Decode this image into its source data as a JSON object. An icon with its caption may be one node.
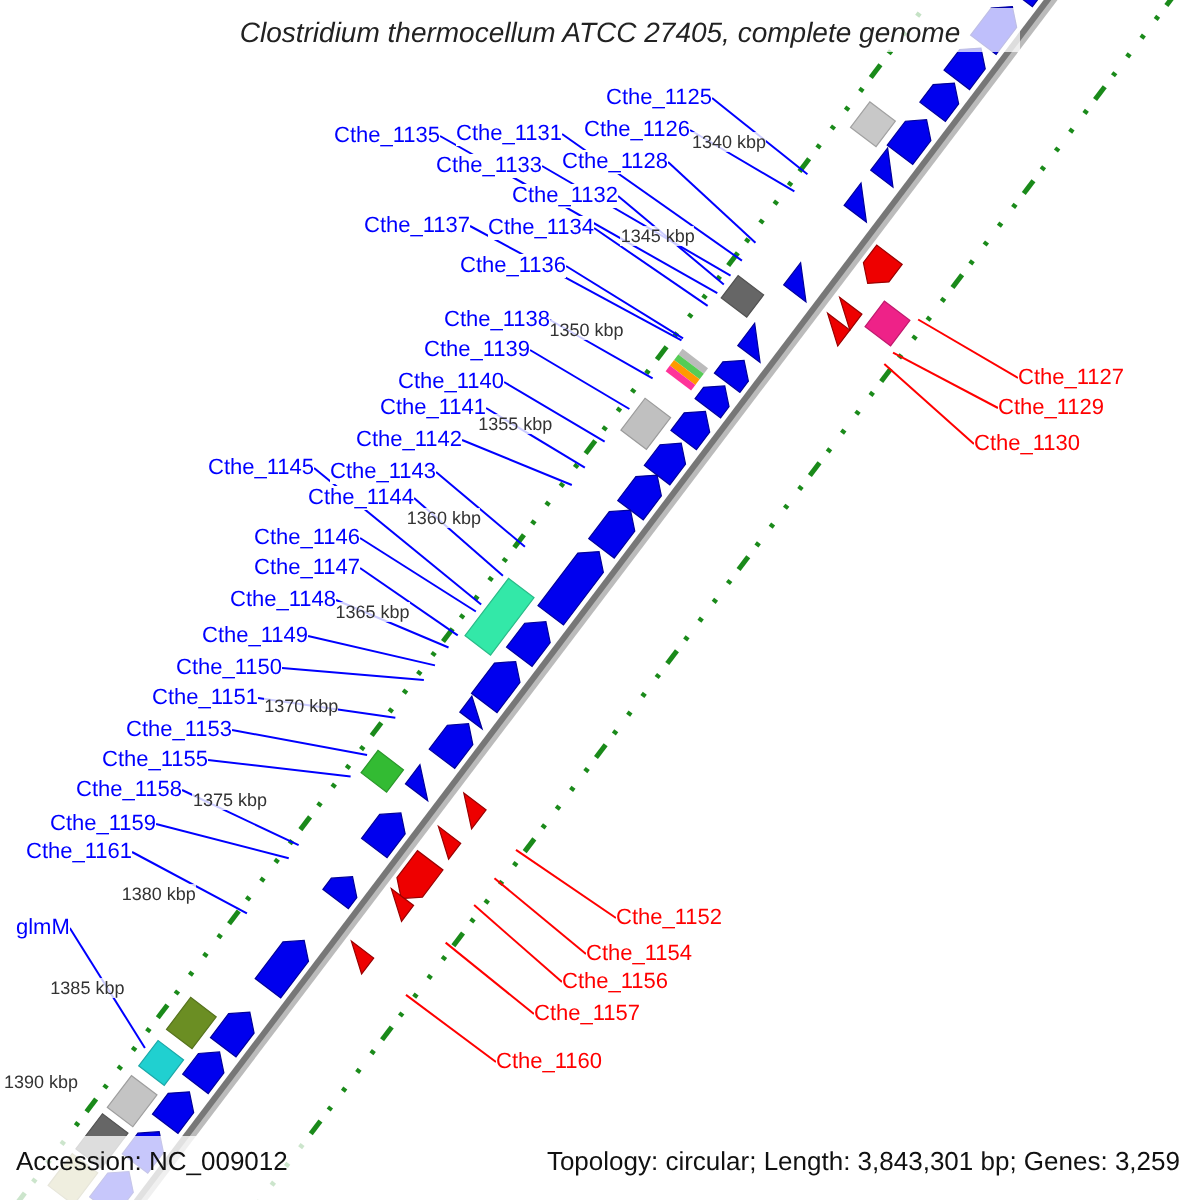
{
  "diagram": {
    "title": "Clostridium thermocellum ATCC 27405, complete genome",
    "nodes": [
      {
        "text": [
          "Cthe_1125"
        ]
      },
      {
        "text": [
          "Cthe_1126"
        ]
      },
      {
        "text": [
          "Cthe_1131"
        ]
      },
      {
        "text": [
          "Cthe_1135"
        ]
      },
      {
        "text": [
          "Cthe_1128"
        ]
      },
      {
        "text": [
          "Cthe_1133"
        ]
      },
      {
        "text": [
          "Cthe_1132"
        ]
      },
      {
        "text": [
          "Cthe_1137"
        ]
      },
      {
        "text": [
          "Cthe_1134"
        ]
      },
      {
        "text": [
          "Cthe_1136"
        ]
      },
      {
        "text": [
          "Cthe_1138"
        ]
      },
      {
        "text": [
          "Cthe_1139"
        ]
      },
      {
        "text": [
          "Cthe_1140"
        ]
      },
      {
        "text": [
          "Cthe_1141"
        ]
      },
      {
        "text": [
          "Cthe_1142"
        ]
      },
      {
        "text": [
          "Cthe_1145"
        ]
      },
      {
        "text": [
          "Cthe_1143"
        ]
      },
      {
        "text": [
          "Cthe_1144"
        ]
      },
      {
        "text": [
          "Cthe_1146"
        ]
      },
      {
        "text": [
          "Cthe_1147"
        ]
      },
      {
        "text": [
          "Cthe_1148"
        ]
      },
      {
        "text": [
          "Cthe_1149"
        ]
      },
      {
        "text": [
          "Cthe_1150"
        ]
      },
      {
        "text": [
          "Cthe_1151"
        ]
      },
      {
        "text": [
          "Cthe_1153"
        ]
      },
      {
        "text": [
          "Cthe_1155"
        ]
      },
      {
        "text": [
          "Cthe_1158"
        ]
      },
      {
        "text": [
          "Cthe_1159"
        ]
      },
      {
        "text": [
          "Cthe_1161"
        ]
      },
      {
        "text": [
          "glmM"
        ]
      },
      {
        "text": [
          "Cthe_1127"
        ]
      },
      {
        "text": [
          "Cthe_1129"
        ]
      },
      {
        "text": [
          "Cthe_1130"
        ]
      },
      {
        "text": [
          "Cthe_1152"
        ]
      },
      {
        "text": [
          "Cthe_1154"
        ]
      },
      {
        "text": [
          "Cthe_1156"
        ]
      },
      {
        "text": [
          "Cthe_1157"
        ]
      },
      {
        "text": [
          "Cthe_1160"
        ]
      }
    ],
    "edges": [
      {
        "from": 0,
        "to": null,
        "arrow": "none"
      },
      {
        "from": 1,
        "to": null,
        "arrow": "none"
      },
      {
        "from": 2,
        "to": null,
        "arrow": "none"
      },
      {
        "from": 3,
        "to": null,
        "arrow": "none"
      },
      {
        "from": 4,
        "to": null,
        "arrow": "none"
      },
      {
        "from": 5,
        "to": null,
        "arrow": "none"
      },
      {
        "from": 6,
        "to": null,
        "arrow": "none"
      },
      {
        "from": 7,
        "to": null,
        "arrow": "none"
      },
      {
        "from": 8,
        "to": null,
        "arrow": "none"
      },
      {
        "from": 9,
        "to": null,
        "arrow": "none"
      },
      {
        "from": 10,
        "to": null,
        "arrow": "none"
      },
      {
        "from": 11,
        "to": null,
        "arrow": "none"
      },
      {
        "from": 12,
        "to": null,
        "arrow": "none"
      },
      {
        "from": 13,
        "to": null,
        "arrow": "none"
      },
      {
        "from": 14,
        "to": null,
        "arrow": "none"
      },
      {
        "from": 15,
        "to": null,
        "arrow": "none"
      },
      {
        "from": 16,
        "to": null,
        "arrow": "none"
      },
      {
        "from": 17,
        "to": null,
        "arrow": "none"
      },
      {
        "from": 18,
        "to": null,
        "arrow": "none"
      },
      {
        "from": 19,
        "to": null,
        "arrow": "none"
      },
      {
        "from": 20,
        "to": null,
        "arrow": "none"
      },
      {
        "from": 21,
        "to": null,
        "arrow": "none"
      },
      {
        "from": 22,
        "to": null,
        "arrow": "none"
      },
      {
        "from": 23,
        "to": null,
        "arrow": "none"
      },
      {
        "from": 24,
        "to": null,
        "arrow": "none"
      },
      {
        "from": 25,
        "to": null,
        "arrow": "none"
      },
      {
        "from": 26,
        "to": null,
        "arrow": "none"
      },
      {
        "from": 27,
        "to": null,
        "arrow": "none"
      },
      {
        "from": 28,
        "to": null,
        "arrow": "none"
      },
      {
        "from": 29,
        "to": null,
        "arrow": "none"
      },
      {
        "from": 30,
        "to": null,
        "arrow": "none",
        "color": "#ff0000"
      },
      {
        "from": 31,
        "to": null,
        "arrow": "none",
        "color": "#ff0000"
      },
      {
        "from": 32,
        "to": null,
        "arrow": "none",
        "color": "#ff0000"
      },
      {
        "from": 33,
        "to": null,
        "arrow": "none",
        "color": "#ff0000"
      },
      {
        "from": 34,
        "to": null,
        "arrow": "none",
        "color": "#ff0000"
      },
      {
        "from": 35,
        "to": null,
        "arrow": "none",
        "color": "#ff0000"
      },
      {
        "from": 36,
        "to": null,
        "arrow": "none",
        "color": "#ff0000"
      },
      {
        "from": 37,
        "to": null,
        "arrow": "none",
        "color": "#ff0000"
      }
    ],
    "labels": [
      "1340 kbp",
      "1345 kbp",
      "1350 kbp",
      "1355 kbp",
      "1360 kbp",
      "1365 kbp",
      "1370 kbp",
      "1375 kbp",
      "1380 kbp",
      "1385 kbp",
      "1390 kbp",
      "Accession: NC_009012",
      "Topology: circular; Length: 3,843,301 bp; Genes: 3,259"
    ]
  }
}
